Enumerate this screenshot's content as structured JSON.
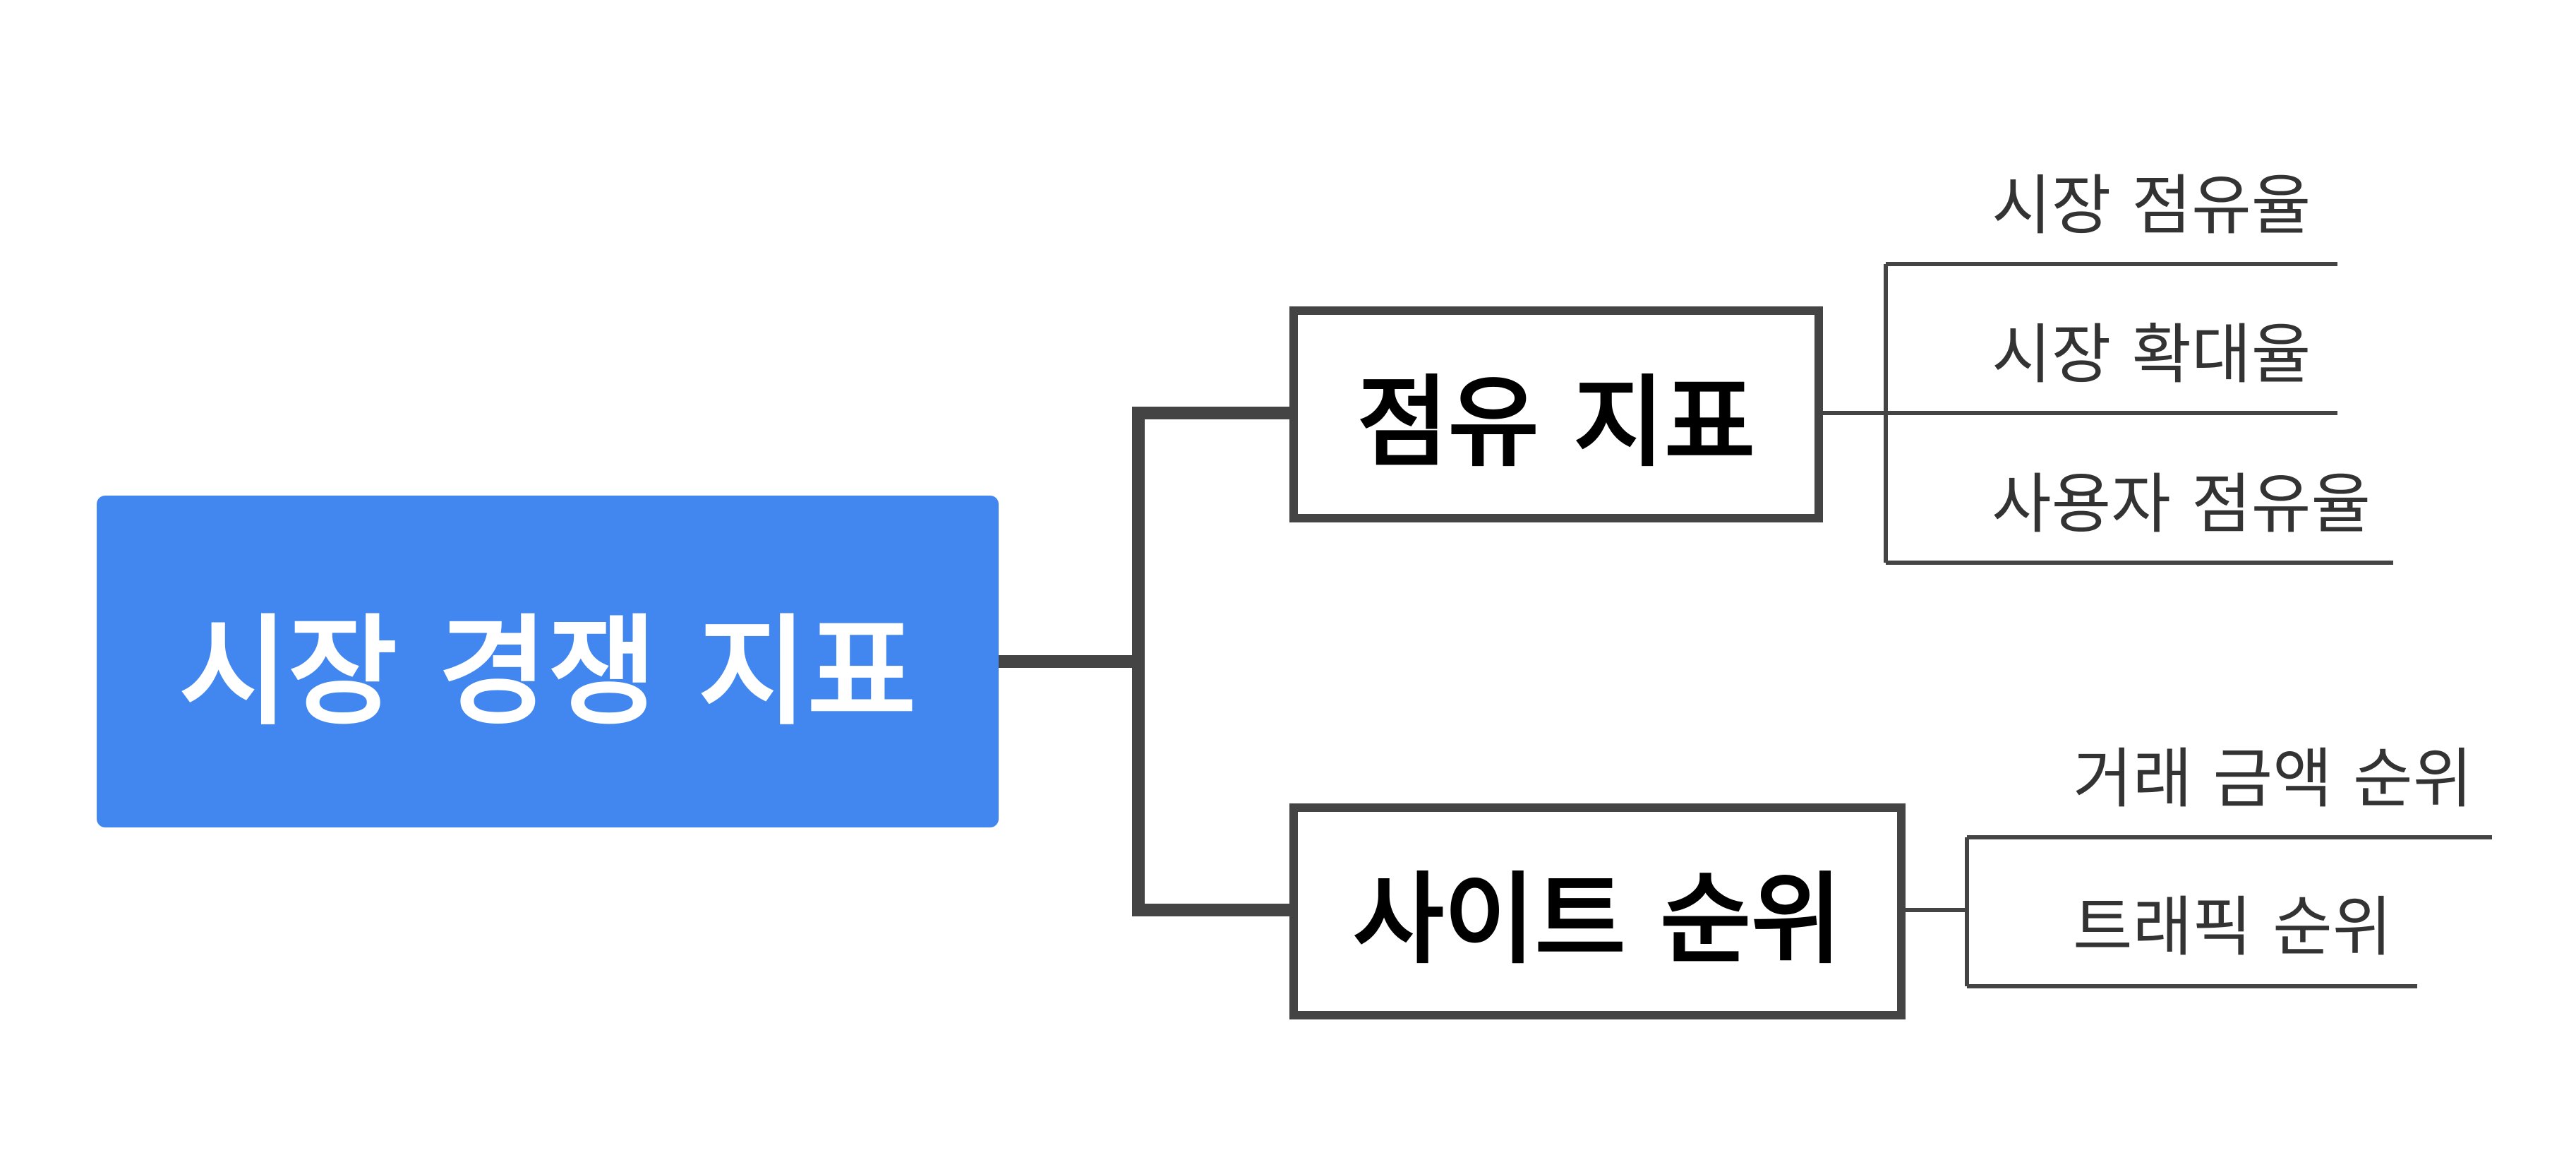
{
  "root": {
    "label": "시장 경쟁 지표",
    "color": "#4287f0",
    "text_color": "#ffffff"
  },
  "branches": [
    {
      "label": "점유 지표",
      "leaves": [
        "시장 점유율",
        "시장 확대율",
        "사용자 점유율"
      ]
    },
    {
      "label": "사이트 순위",
      "leaves": [
        "거래 금액 순위",
        "트래픽 순위"
      ]
    }
  ],
  "line_color": "#444444"
}
